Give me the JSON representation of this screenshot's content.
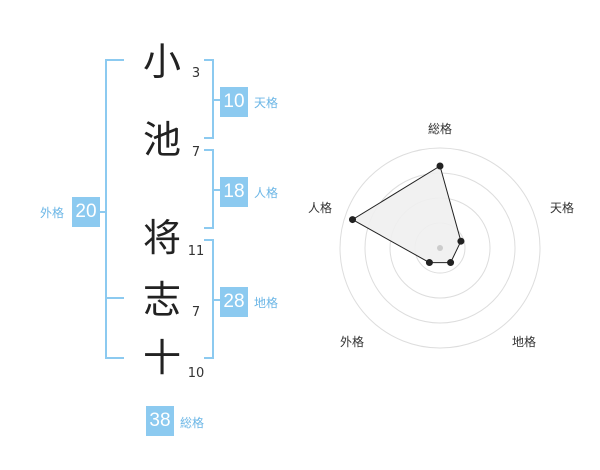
{
  "name": {
    "chars": [
      {
        "char": "小",
        "strokes": "3"
      },
      {
        "char": "池",
        "strokes": "7"
      },
      {
        "char": "将",
        "strokes": "11"
      },
      {
        "char": "志",
        "strokes": "7"
      },
      {
        "char": "十",
        "strokes": "10"
      }
    ]
  },
  "fortune": {
    "tenkaku": {
      "value": "10",
      "label": "天格"
    },
    "jinkaku": {
      "value": "18",
      "label": "人格"
    },
    "chikaku": {
      "value": "28",
      "label": "地格"
    },
    "gaikaku": {
      "value": "20",
      "label": "外格"
    },
    "soukaku": {
      "value": "38",
      "label": "総格"
    }
  },
  "colors": {
    "accent": "#8ccaf0",
    "bracket": "#8ccaf0",
    "radar_fill": "#f0f0f0",
    "radar_line": "#222222"
  },
  "chart_data": {
    "type": "radar",
    "axes": [
      "総格",
      "天格",
      "地格",
      "外格",
      "人格"
    ],
    "values": [
      0.82,
      0.22,
      0.18,
      0.18,
      0.92
    ],
    "rings": 4
  }
}
